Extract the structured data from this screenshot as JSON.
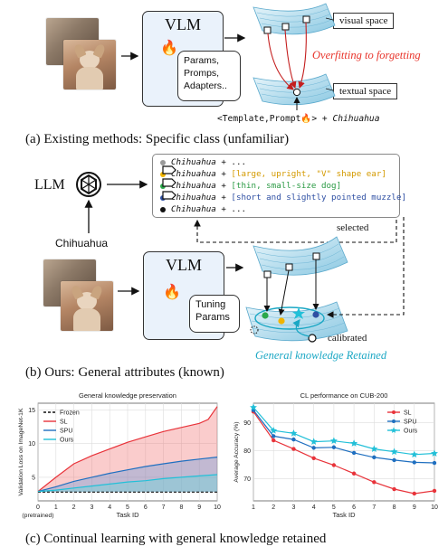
{
  "panel_a": {
    "vlm_title": "VLM",
    "vlm_card_lines": [
      "Params,",
      "Promps,",
      "Adapters.."
    ],
    "visual_space_label": "visual space",
    "textual_space_label": "textual space",
    "overfitting_text": "Overfitting to forgetting",
    "prompt_prefix": "<Template,Prompt",
    "prompt_suffix": "> + ",
    "prompt_class": "Chihuahua",
    "caption": "(a) Existing methods: Specific class  (unfamiliar)"
  },
  "panel_b": {
    "llm_label": "LLM",
    "class_label": "Chihuahua",
    "attributes": [
      {
        "cls": "Chihuahua",
        "plus": " + ",
        "text": "...",
        "color": "#9a9a9a",
        "text_color": "#111111"
      },
      {
        "cls": "Chihuahua",
        "plus": " + ",
        "text": "[large, upright, \"V\" shape ear]",
        "color": "#f0b400",
        "text_color": "#d49a00"
      },
      {
        "cls": "Chihuahua",
        "plus": " + ",
        "text": "[thin, small-size dog]",
        "color": "#2aa84a",
        "text_color": "#2a9a44"
      },
      {
        "cls": "Chihuahua",
        "plus": " + ",
        "text": "[short and slightly pointed muzzle]",
        "color": "#2e4fa3",
        "text_color": "#2e4fa3"
      },
      {
        "cls": "Chihuahua",
        "plus": " + ",
        "text": "...",
        "color": "#111111",
        "text_color": "#111111"
      }
    ],
    "selected_label": "selected",
    "vlm_title": "VLM",
    "vlm_card_lines": [
      "Tuning",
      "Params"
    ],
    "calibrated_label": "calibrated",
    "retained_text": "General knowledge Retained",
    "caption": "(b) Ours: General attributes  (known)"
  },
  "panel_c": {
    "caption": "(c) Continual learning with general knowledge retained"
  },
  "chart_data": [
    {
      "type": "line",
      "title": "General knowledge preservation",
      "xlabel": "Task ID",
      "ylabel": "Validation Loss on ImageNet-1K",
      "x_ticks": [
        "0",
        "1",
        "2",
        "3",
        "4",
        "5",
        "6",
        "7",
        "8",
        "9",
        "10"
      ],
      "x_extra_label": "(pretrained)",
      "y_ticks": [
        5,
        10,
        15
      ],
      "ylim": [
        1.5,
        16
      ],
      "xlim": [
        0,
        10
      ],
      "legend": "top-left",
      "series": [
        {
          "name": "Frozen",
          "style": "dashed",
          "color": "#111111",
          "x": [
            0,
            10
          ],
          "y": [
            2.8,
            2.8
          ]
        },
        {
          "name": "SL",
          "color": "#e8333a",
          "x": [
            0,
            1,
            2,
            3,
            4,
            5,
            6,
            7,
            8,
            9,
            9.5,
            10
          ],
          "y": [
            2.9,
            5.0,
            7.0,
            8.2,
            9.2,
            10.2,
            11.0,
            11.8,
            12.4,
            13.0,
            13.6,
            15.5
          ]
        },
        {
          "name": "SPU",
          "color": "#1f6fc0",
          "x": [
            0,
            1,
            2,
            3,
            4,
            5,
            6,
            7,
            8,
            9,
            10
          ],
          "y": [
            2.9,
            3.6,
            4.4,
            5.0,
            5.6,
            6.1,
            6.6,
            7.0,
            7.4,
            7.7,
            8.0
          ]
        },
        {
          "name": "Ours",
          "color": "#22c0d8",
          "x": [
            0,
            1,
            2,
            3,
            4,
            5,
            6,
            7,
            8,
            9,
            10
          ],
          "y": [
            2.9,
            3.1,
            3.4,
            3.7,
            4.0,
            4.3,
            4.5,
            4.8,
            5.0,
            5.2,
            5.4
          ]
        }
      ]
    },
    {
      "type": "line",
      "title": "CL performance on CUB-200",
      "xlabel": "Task ID",
      "ylabel": "Average Accuracy (%)",
      "x_ticks": [
        "1",
        "2",
        "3",
        "4",
        "5",
        "6",
        "7",
        "8",
        "9",
        "10"
      ],
      "y_ticks": [
        70,
        80,
        90
      ],
      "ylim": [
        62,
        97
      ],
      "xlim": [
        1,
        10
      ],
      "legend": "top-right",
      "series": [
        {
          "name": "SL",
          "color": "#e8333a",
          "marker": "circle",
          "x": [
            1,
            2,
            3,
            4,
            5,
            6,
            7,
            8,
            9,
            10
          ],
          "y": [
            94.0,
            83.7,
            80.6,
            77.3,
            74.8,
            71.8,
            68.7,
            66.2,
            64.6,
            65.6
          ]
        },
        {
          "name": "SPU",
          "color": "#1f6fc0",
          "marker": "circle",
          "x": [
            1,
            2,
            3,
            4,
            5,
            6,
            7,
            8,
            9,
            10
          ],
          "y": [
            94.5,
            85.2,
            84.0,
            81.0,
            81.2,
            79.2,
            77.6,
            76.6,
            75.8,
            75.6
          ]
        },
        {
          "name": "Ours",
          "color": "#22c0d8",
          "marker": "star",
          "x": [
            1,
            2,
            3,
            4,
            5,
            6,
            7,
            8,
            9,
            10
          ],
          "y": [
            95.5,
            87.2,
            86.2,
            83.2,
            83.5,
            82.6,
            80.6,
            79.6,
            78.6,
            79.0
          ]
        }
      ]
    }
  ]
}
